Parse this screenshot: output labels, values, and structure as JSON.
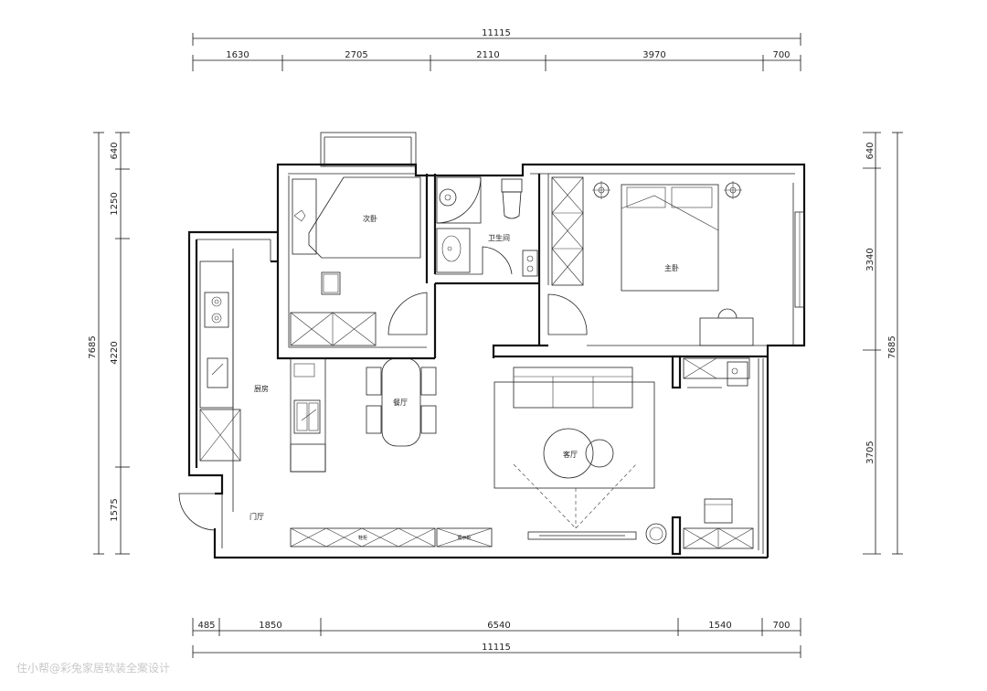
{
  "dimensions": {
    "top_total": "11115",
    "top_segments": [
      "1630",
      "2705",
      "2110",
      "3970",
      "700"
    ],
    "bottom_total": "11115",
    "bottom_segments": [
      "485",
      "1850",
      "6540",
      "1540",
      "700"
    ],
    "left_total": "7685",
    "left_segments": [
      "640",
      "1250",
      "4220",
      "1575"
    ],
    "right_total": "7685",
    "right_segments": [
      "640",
      "3340",
      "3705"
    ]
  },
  "rooms": {
    "second_bedroom": "次卧",
    "bathroom": "卫生间",
    "master_bedroom": "主卧",
    "kitchen": "厨房",
    "dining": "餐厅",
    "living": "客厅",
    "entrance": "门厅"
  },
  "furniture_labels": {
    "shoe_cabinet": "鞋柜",
    "display_cabinet": "展示柜"
  },
  "watermark": "住小帮@彩兔家居软装全案设计"
}
